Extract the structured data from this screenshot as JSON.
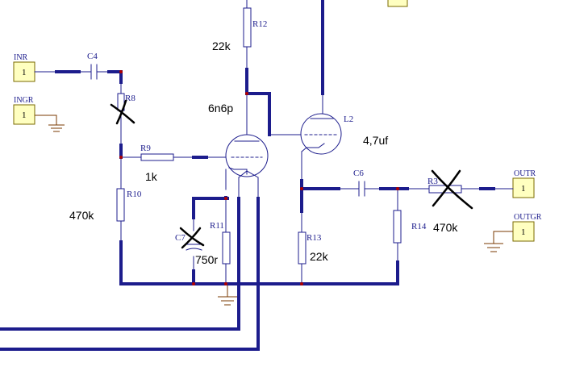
{
  "ports": {
    "inr": {
      "name": "INR",
      "pin": "1"
    },
    "ingr": {
      "name": "INGR",
      "pin": "1"
    },
    "outr": {
      "name": "OUTR",
      "pin": "1"
    },
    "outgr": {
      "name": "OUTGR",
      "pin": "1"
    }
  },
  "components": {
    "c4": {
      "ref": "C4"
    },
    "r8": {
      "ref": "R8"
    },
    "r9": {
      "ref": "R9",
      "value": "1k"
    },
    "r10": {
      "ref": "R10",
      "value": "470k"
    },
    "r11": {
      "ref": "R11",
      "value": "750r"
    },
    "c_cathode": {
      "ref": "C7"
    },
    "r12": {
      "ref": "R12",
      "value": "22k"
    },
    "r13": {
      "ref": "R13",
      "value": "22k"
    },
    "r14": {
      "ref": "R14",
      "value": "470k"
    },
    "c6": {
      "ref": "C6",
      "value": "4,7uf"
    },
    "r_out": {
      "ref": "R3"
    },
    "tube_v1": {
      "value": "6n6p"
    },
    "tube_l2": {
      "ref": "L2"
    }
  },
  "colors": {
    "wire": "#1c1c8c",
    "junction": "#b00000",
    "port_fill": "#ffffc0",
    "crossout": "#000000"
  }
}
